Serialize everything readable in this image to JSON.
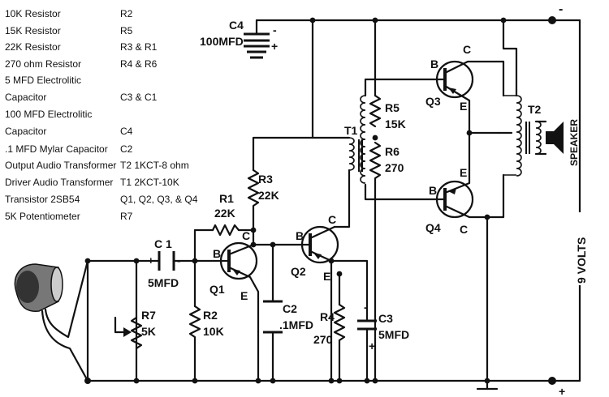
{
  "parts_list": [
    {
      "name": "10K Resistor",
      "ref": "R2"
    },
    {
      "name": "15K Resistor",
      "ref": "R5"
    },
    {
      "name": "22K Resistor",
      "ref": "R3 & R1"
    },
    {
      "name": "270 ohm Resistor",
      "ref": "R4 & R6"
    },
    {
      "name": "5 MFD Electrolitic",
      "ref": ""
    },
    {
      "name": "Capacitor",
      "ref": "C3 & C1"
    },
    {
      "name": "100 MFD Electrolitic",
      "ref": ""
    },
    {
      "name": "Capacitor",
      "ref": "C4"
    },
    {
      "name": ".1 MFD Mylar Capacitor",
      "ref": "C2"
    },
    {
      "name": "Output Audio Transformer",
      "ref": "T2  1KCT-8 ohm"
    },
    {
      "name": "Driver Audio Transformer",
      "ref": "T1  2KCT-10K"
    },
    {
      "name": "Transistor 2SB54",
      "ref": "Q1, Q2, Q3, & Q4"
    },
    {
      "name": "5K Potentiometer",
      "ref": "R7"
    }
  ],
  "labels": {
    "c4": "C4",
    "c4_value": "100MFD",
    "minus": "-",
    "plus": "+",
    "r5": "R5",
    "r5_value": "15K",
    "r6": "R6",
    "r6_value": "270",
    "t1": "T1",
    "t2": "T2",
    "q3": "Q3",
    "q4": "Q4",
    "q1": "Q1",
    "q2": "Q2",
    "speaker": "SPEAKER",
    "r3": "R3",
    "r3_value": "22K",
    "r1": "R1",
    "r1_value": "22K",
    "c1": "C 1",
    "c1_value": "5MFD",
    "r7": "R7",
    "r7_value": "5K",
    "r2": "R2",
    "r2_value": "10K",
    "c2": "C2",
    "c2_value": ".1MFD",
    "r4": "R4",
    "r4_value": "270",
    "c3": "C3",
    "c3_value": "5MFD",
    "b": "B",
    "c": "C",
    "e": "E",
    "volts": "9 VOLTS",
    "bat_minus": "-",
    "bat_plus": "+"
  }
}
